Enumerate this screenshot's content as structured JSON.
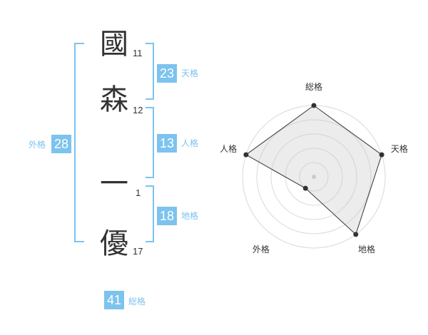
{
  "name": {
    "chars": [
      {
        "char": "國",
        "strokes": "11"
      },
      {
        "char": "森",
        "strokes": "12"
      },
      {
        "char": "一",
        "strokes": "1"
      },
      {
        "char": "優",
        "strokes": "17"
      }
    ]
  },
  "kaku": {
    "tenkaku": {
      "value": "23",
      "label": "天格"
    },
    "jinkaku": {
      "value": "13",
      "label": "人格"
    },
    "chikaku": {
      "value": "18",
      "label": "地格"
    },
    "gaikaku": {
      "value": "28",
      "label": "外格"
    },
    "soukaku": {
      "value": "41",
      "label": "総格"
    }
  },
  "colors": {
    "accent": "#7cc3ee",
    "text": "#333333",
    "grid": "#d9d9d9",
    "fill": "#f0f0f0"
  },
  "chart_data": {
    "type": "radar",
    "axes": [
      "総格",
      "天格",
      "地格",
      "外格",
      "人格"
    ],
    "levels": 5,
    "max": 5,
    "values": [
      5,
      5,
      5,
      1,
      5
    ]
  }
}
